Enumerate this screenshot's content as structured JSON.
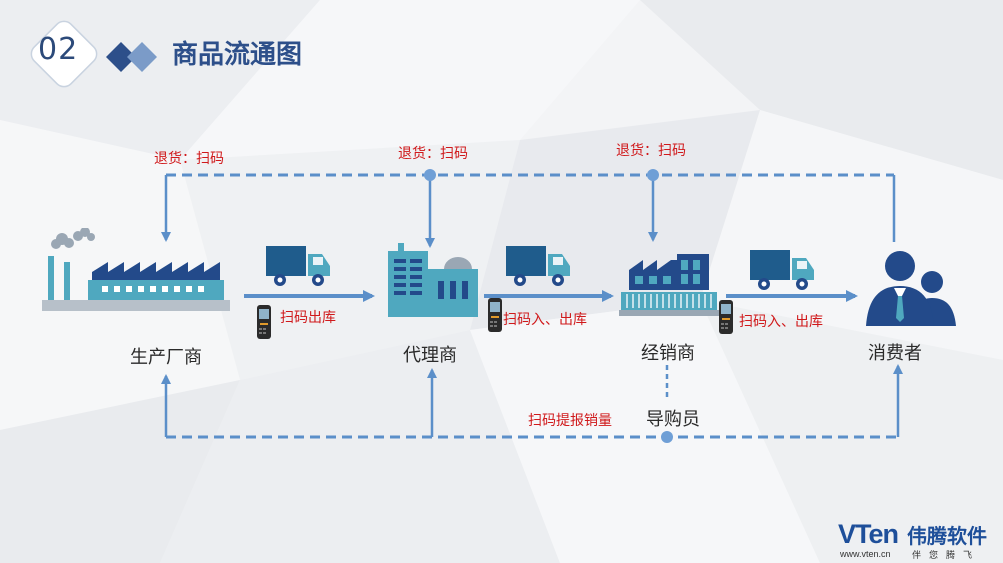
{
  "header": {
    "number": "02",
    "title": "商品流通图"
  },
  "nodes": {
    "manufacturer": "生产厂商",
    "agent": "代理商",
    "distributor": "经销商",
    "consumer": "消费者",
    "shopping_guide": "导购员"
  },
  "returns": {
    "label_left": "退货：扫码",
    "label_middle": "退货：扫码",
    "label_right": "退货：扫码"
  },
  "flow": {
    "step1": "扫码出库",
    "step2": "扫码入、出库",
    "step3": "扫码入、出库"
  },
  "feedback": {
    "label": "扫码提报销量"
  },
  "brand": {
    "logo": "VTen",
    "url": "www.vten.cn",
    "name_cn": "伟腾软件",
    "slogan": "伴您腾飞"
  },
  "colors": {
    "accent": "#5b8fc9",
    "title": "#2d4f8a",
    "return_text": "#d0191b",
    "icon_teal": "#4fa8bf",
    "icon_navy": "#234a8a",
    "background": "#f2f3f5"
  }
}
